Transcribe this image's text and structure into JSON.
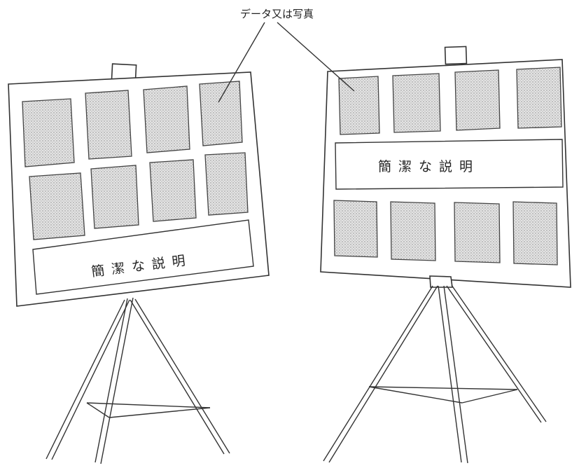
{
  "callout": {
    "label": "データ又は写真"
  },
  "left_board": {
    "caption": "簡潔な説明"
  },
  "right_board": {
    "caption": "簡潔な説明"
  }
}
